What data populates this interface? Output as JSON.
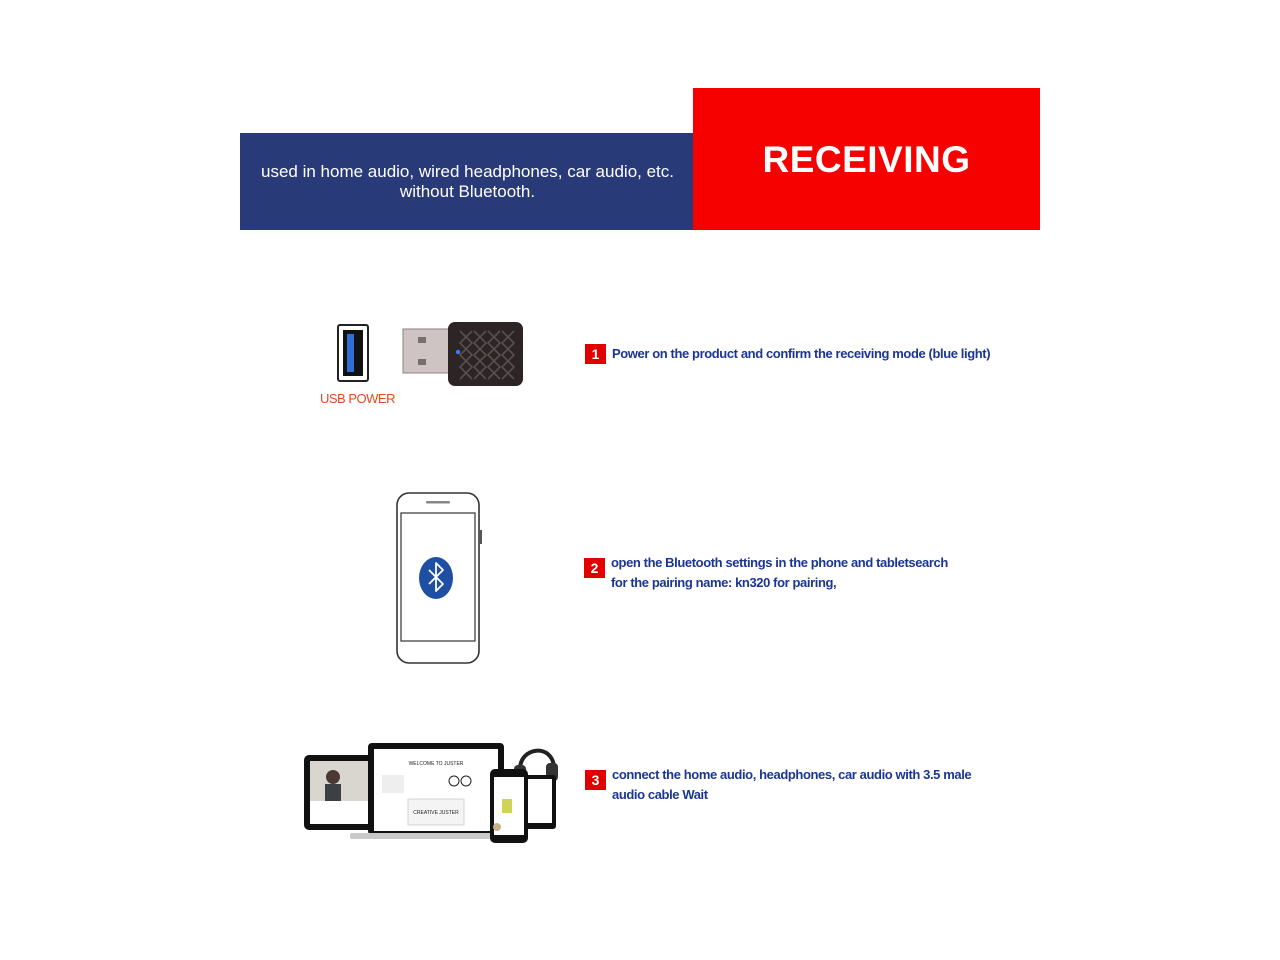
{
  "header": {
    "description": "used in home audio, wired headphones, car audio, etc. without Bluetooth.",
    "title": "RECEIVING"
  },
  "steps": [
    {
      "number": "1",
      "text": "Power on the product and confirm the receiving mode (blue light)"
    },
    {
      "number": "2",
      "text": "open the Bluetooth settings in the phone and tabletsearch for the pairing name: kn320 for pairing,"
    },
    {
      "number": "3",
      "text": "connect the home audio, headphones, car audio with 3.5 male audio cable Wait"
    }
  ],
  "usb": {
    "label": "USB POWER"
  },
  "screens": {
    "welcome": "WELCOME TO JUSTER",
    "creative": "CREATIVE JUSTER"
  },
  "colors": {
    "banner_blue": "#283a77",
    "banner_red": "#f70000",
    "step_text": "#1b3595",
    "badge": "#e00000",
    "usb_label": "#e04a1d",
    "bluetooth": "#1f4fa3"
  }
}
